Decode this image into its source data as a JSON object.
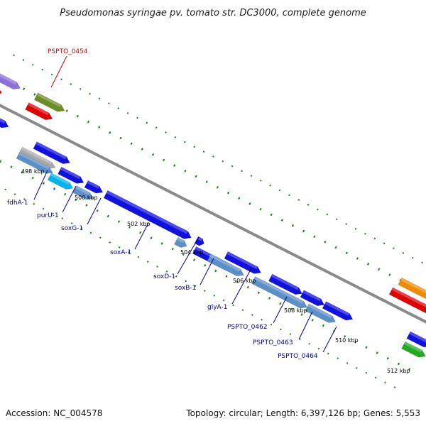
{
  "title": "Pseudomonas syringae pv. tomato str. DC3000, complete genome",
  "footer": {
    "accession": "Accession: NC_004578",
    "topology": "Topology: circular; Length: 6,397,126 bp; Genes: 5,553"
  },
  "ticks": [
    "498 kbp",
    "500 kbp",
    "502 kbp",
    "504 kbp",
    "506 kbp",
    "508 kbp",
    "510 kbp",
    "512 kbp"
  ],
  "gene_labels": [
    {
      "text": "PSPTO_0454",
      "color": "#cc0000"
    },
    {
      "text": "fdhA-1",
      "color": "#000099"
    },
    {
      "text": "purU-1",
      "color": "#000099"
    },
    {
      "text": "soxG-1",
      "color": "#000099"
    },
    {
      "text": "soxA-1",
      "color": "#000099"
    },
    {
      "text": "soxD-1",
      "color": "#000099"
    },
    {
      "text": "soxB-1",
      "color": "#000099"
    },
    {
      "text": "glyA-1",
      "color": "#000099"
    },
    {
      "text": "PSPTO_0462",
      "color": "#000099"
    },
    {
      "text": "PSPTO_0463",
      "color": "#000099"
    },
    {
      "text": "PSPTO_0464",
      "color": "#000099"
    }
  ],
  "colors": {
    "backbone": "#8a8a8a",
    "dots": "#1f7a1f",
    "gene_blue": "#1010e0",
    "gene_steel": "#5a8fc8",
    "gene_cyan": "#00b4f0",
    "gene_grey": "#a8a8a8",
    "gene_red": "#e00000",
    "gene_olive": "#6b8e23",
    "gene_purple": "#8a70d8",
    "gene_orange": "#f08c00",
    "gene_green": "#22aa22"
  }
}
